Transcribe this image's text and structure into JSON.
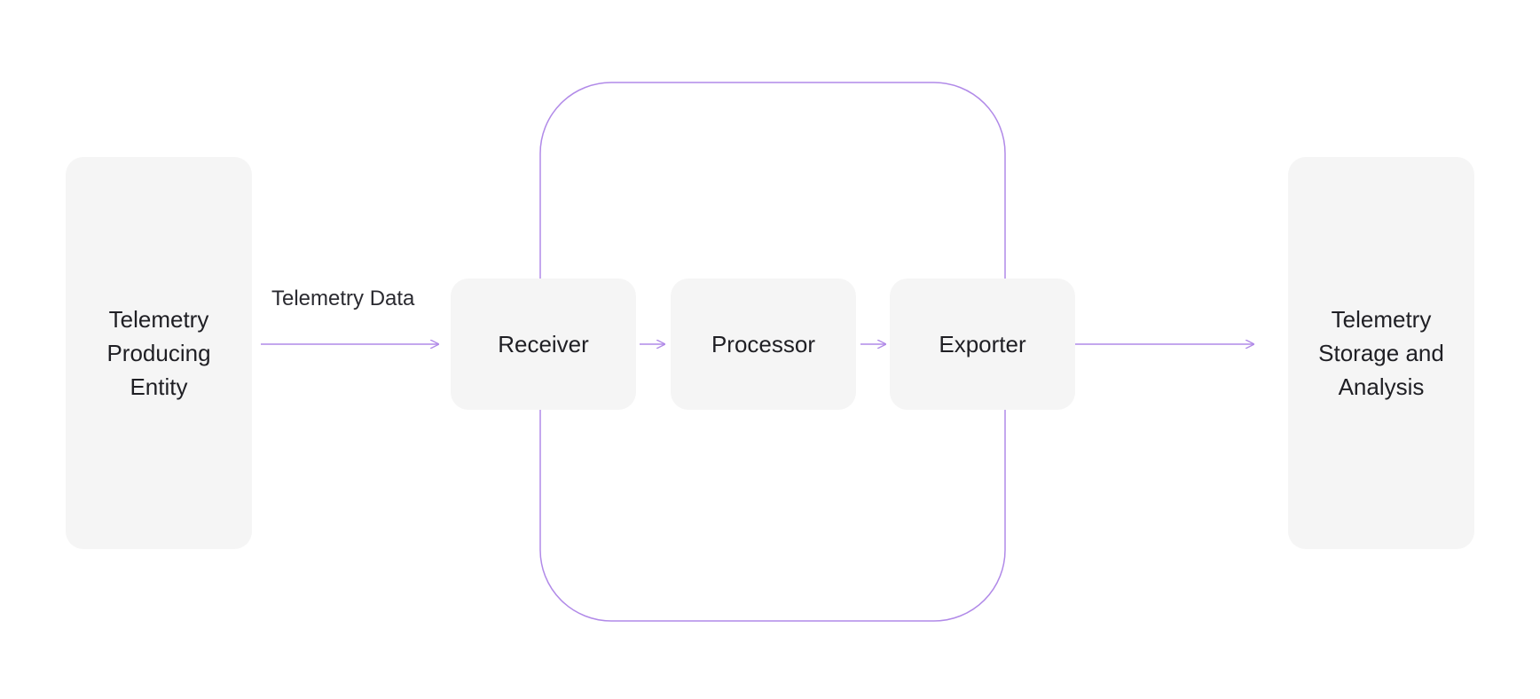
{
  "diagram": {
    "accent_color": "#b18ae8",
    "box_fill_color": "#f5f5f5",
    "text_color": "#1f1f24",
    "nodes": {
      "source": {
        "label": "Telemetry\nProducing\nEntity"
      },
      "receiver": {
        "label": "Receiver"
      },
      "processor": {
        "label": "Processor"
      },
      "exporter": {
        "label": "Exporter"
      },
      "destination": {
        "label": "Telemetry\nStorage and\nAnalysis"
      }
    },
    "edges": {
      "source_to_receiver": {
        "label": "Telemetry Data"
      }
    }
  }
}
